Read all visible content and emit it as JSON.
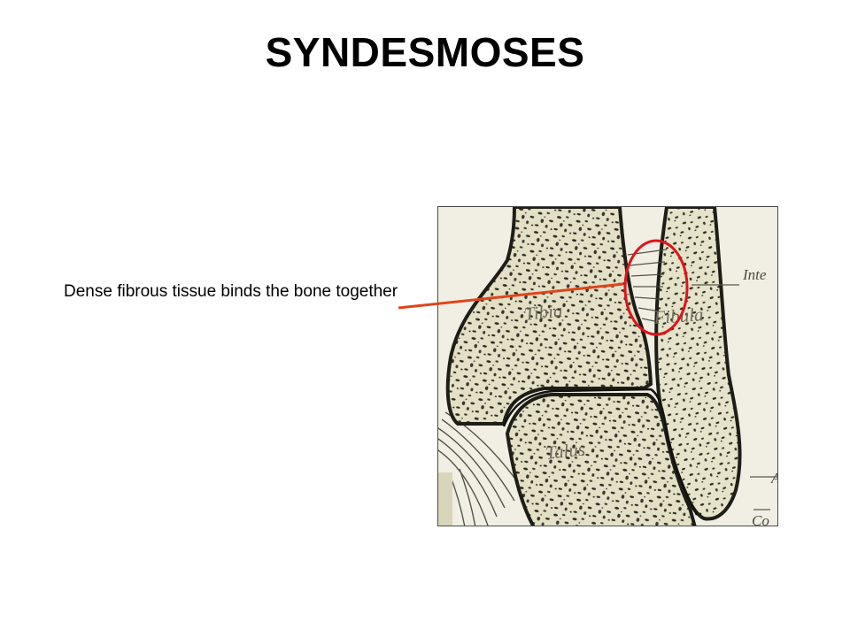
{
  "slide": {
    "title": "SYNDESMOSES",
    "caption": "Dense fibrous tissue binds the bone together"
  },
  "figure": {
    "labels": {
      "tibia": "Tibia",
      "fibula": "Fibula",
      "talus": "Talus",
      "interosseous_partial": "Inte",
      "edge_c": "Co",
      "edge_a": "A"
    },
    "bone_color": "#e3e0c6",
    "trabecula_color": "#2b2a22",
    "highlight_color": "#e0131b",
    "pointer_color": "#e0441b"
  }
}
